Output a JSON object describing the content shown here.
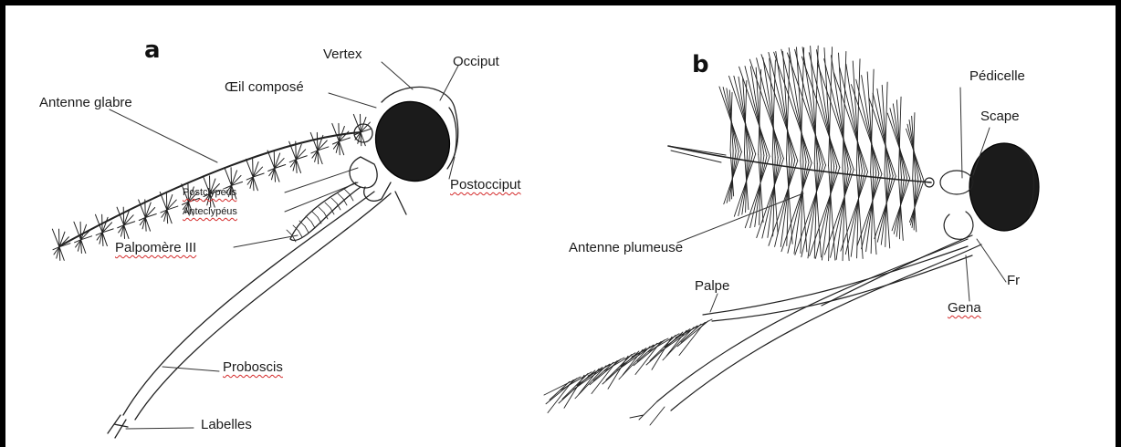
{
  "panels": {
    "a": {
      "letter": "a"
    },
    "b": {
      "letter": "b"
    }
  },
  "labels_a": {
    "vertex": "Vertex",
    "occiput": "Occiput",
    "oeil": "Œil composé",
    "antenne_glabre": "Antenne glabre",
    "postocciput": "Postocciput",
    "postclypeus": "Postclypéus",
    "anteclypeus": "Anteclypéus",
    "palpomere": "Palpomère III",
    "proboscis": "Proboscis",
    "labelles": "Labelles"
  },
  "labels_b": {
    "pedicelle": "Pédicelle",
    "scape": "Scape",
    "antenne_plumeuse": "Antenne plumeuse",
    "fr": "Fr",
    "palpe": "Palpe",
    "gena": "Gena"
  },
  "colors": {
    "frame": "#000000",
    "spellcheck_underline": "#d42a2a",
    "ink": "#1a1a1a"
  }
}
